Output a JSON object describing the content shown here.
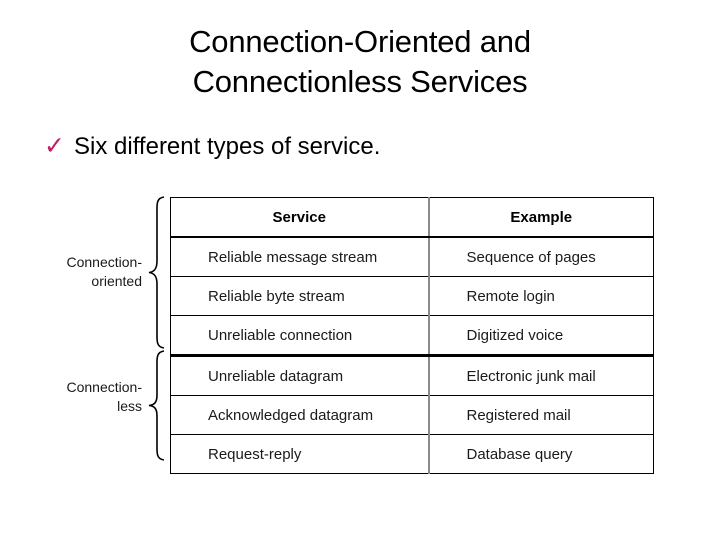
{
  "slide": {
    "title_lines": [
      "Connection-Oriented and",
      "Connectionless Services"
    ],
    "bullet": {
      "marker": "✓",
      "marker_icon": "check-icon",
      "marker_color": "#c31a6b",
      "text": "Six different types of service."
    }
  },
  "groups": [
    {
      "id": "connection-oriented",
      "label_lines": [
        "Connection-",
        "oriented"
      ],
      "brace_icon": "curly-brace-icon",
      "row_span": 4
    },
    {
      "id": "connectionless",
      "label_lines": [
        "Connection-",
        "less"
      ],
      "brace_icon": "curly-brace-icon",
      "row_span": 3
    }
  ],
  "table": {
    "headers": [
      "Service",
      "Example"
    ],
    "rows": [
      {
        "service": "Reliable message stream",
        "example": "Sequence of pages",
        "group": "connection-oriented"
      },
      {
        "service": "Reliable byte stream",
        "example": "Remote login",
        "group": "connection-oriented"
      },
      {
        "service": "Unreliable connection",
        "example": "Digitized voice",
        "group": "connection-oriented"
      },
      {
        "service": "Unreliable datagram",
        "example": "Electronic junk mail",
        "group": "connectionless"
      },
      {
        "service": "Acknowledged datagram",
        "example": "Registered mail",
        "group": "connectionless"
      },
      {
        "service": "Request-reply",
        "example": "Database query",
        "group": "connectionless"
      }
    ]
  },
  "colors": {
    "background": "#ffffff",
    "text": "#000000",
    "accent_check": "#c31a6b",
    "table_border": "#000000",
    "column_separator": "#8a8a8a"
  }
}
